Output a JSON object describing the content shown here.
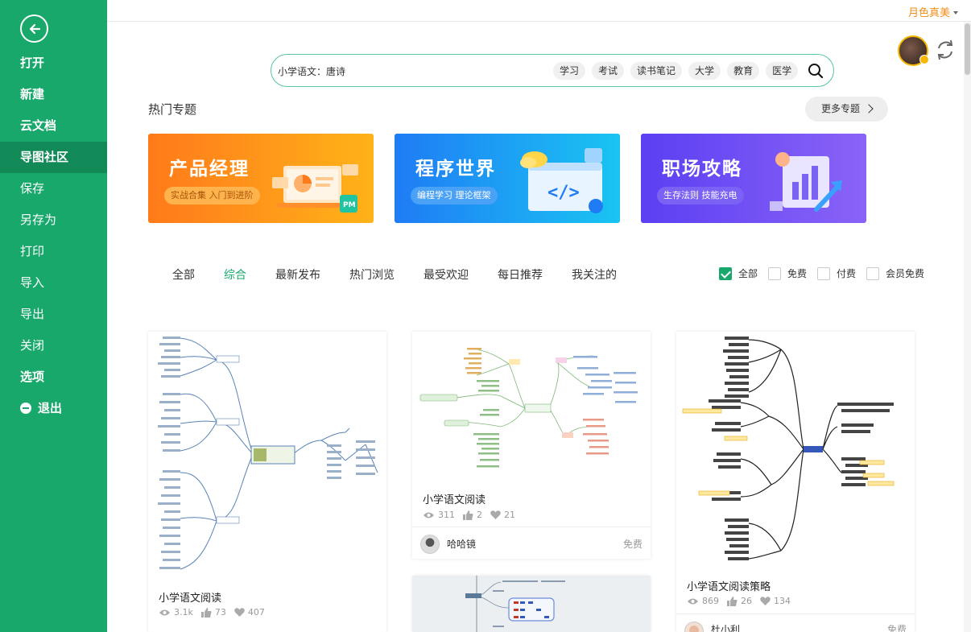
{
  "sidebar": {
    "items": [
      {
        "label": "打开",
        "bold": true
      },
      {
        "label": "新建",
        "bold": true
      },
      {
        "label": "云文档",
        "bold": true
      },
      {
        "label": "导图社区",
        "bold": true,
        "active": true
      },
      {
        "label": "保存"
      },
      {
        "label": "另存为"
      },
      {
        "label": "打印"
      },
      {
        "label": "导入"
      },
      {
        "label": "导出"
      },
      {
        "label": "关闭"
      },
      {
        "label": "选项",
        "bold": true
      },
      {
        "label": "退出",
        "bold": true
      }
    ]
  },
  "header": {
    "user_name": "月色真美"
  },
  "search": {
    "value": "小学语文：唐诗",
    "tags": [
      "学习",
      "考试",
      "读书笔记",
      "大学",
      "教育",
      "医学"
    ]
  },
  "hot": {
    "title": "热门专题",
    "more_label": "更多专题",
    "banners": [
      {
        "title": "产品经理",
        "subtitle": "实战合集 入门到进阶"
      },
      {
        "title": "程序世界",
        "subtitle": "编程学习 理论框架"
      },
      {
        "title": "职场攻略",
        "subtitle": "生存法则 技能充电"
      }
    ]
  },
  "tabs": [
    "全部",
    "综合",
    "最新发布",
    "热门浏览",
    "最受欢迎",
    "每日推荐",
    "我关注的"
  ],
  "active_tab": "综合",
  "filters": [
    {
      "label": "全部",
      "checked": true
    },
    {
      "label": "免费",
      "checked": false
    },
    {
      "label": "付费",
      "checked": false
    },
    {
      "label": "会员免费",
      "checked": false
    }
  ],
  "cards": [
    {
      "title": "小学语文阅读",
      "views": "3.1k",
      "likes": "73",
      "favorites": "407"
    },
    {
      "title": "小学语文阅读",
      "views": "311",
      "likes": "2",
      "favorites": "21",
      "author": "哈哈镜",
      "price": "免费"
    },
    {
      "title": "小学语文阅读策略",
      "views": "869",
      "likes": "26",
      "favorites": "134",
      "author": "杜小利",
      "price": "免费"
    }
  ],
  "colors": {
    "brand": "#19a86b",
    "accent": "#f08c17"
  }
}
